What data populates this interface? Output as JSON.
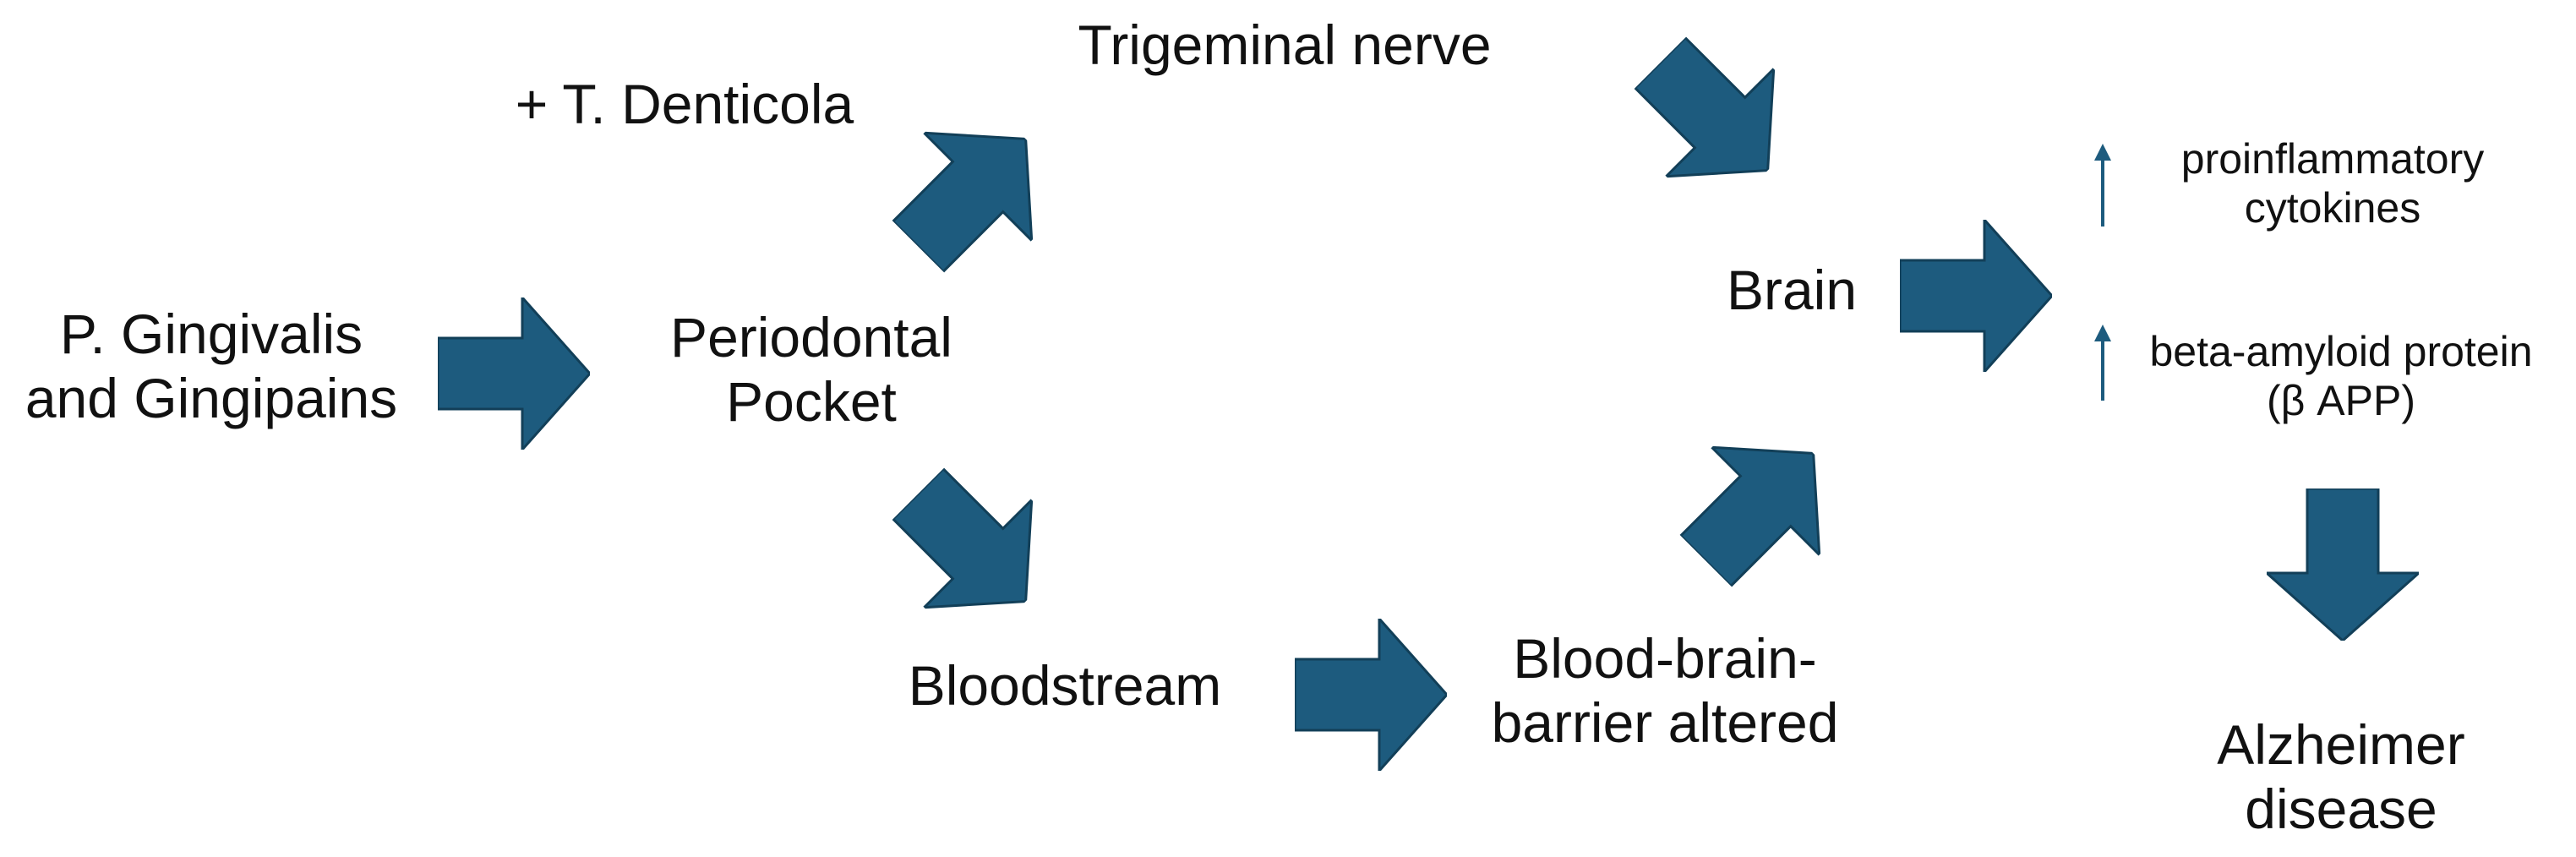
{
  "colors": {
    "arrow_fill": "#1d5b7e",
    "arrow_stroke": "#123f58",
    "text": "#111111"
  },
  "nodes": {
    "gingivalis": {
      "line1": "P. Gingivalis",
      "line2": "and Gingipains"
    },
    "denticola": {
      "text": "+ T. Denticola"
    },
    "periodontal": {
      "line1": "Periodontal",
      "line2": "Pocket"
    },
    "trigeminal": {
      "text": "Trigeminal nerve"
    },
    "bloodstream": {
      "text": "Bloodstream"
    },
    "bbb": {
      "line1": "Blood-brain-",
      "line2": "barrier altered"
    },
    "brain": {
      "text": "Brain"
    },
    "cytokines": {
      "line1": "proinflammatory",
      "line2": "cytokines",
      "trend": "increase"
    },
    "amyloid": {
      "line1": "beta-amyloid protein",
      "line2": "(β APP)",
      "trend": "increase"
    },
    "alzheimer": {
      "line1": "Alzheimer",
      "line2": "disease"
    }
  },
  "icons": {
    "flow_arrow": "block-arrow-icon",
    "increase_arrow": "up-arrow-icon"
  }
}
